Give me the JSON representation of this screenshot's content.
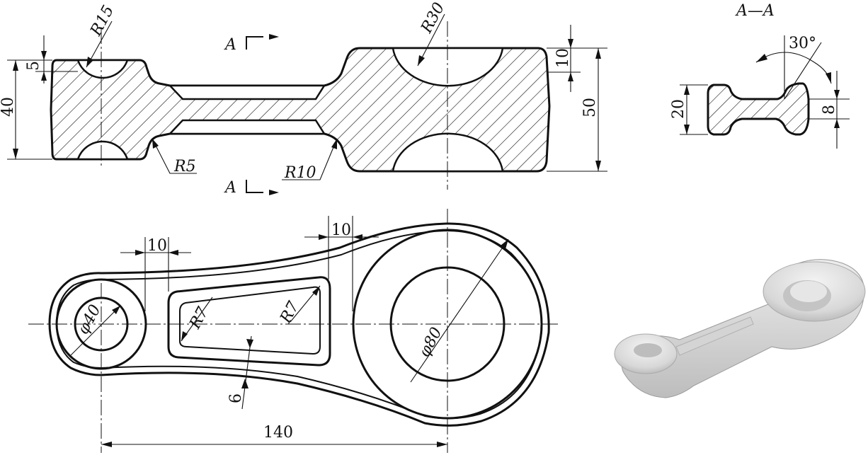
{
  "labels": {
    "r15": "R15",
    "r30": "R30",
    "r5": "R5",
    "r10": "R10",
    "section_a_top": "A",
    "section_a_bottom": "A",
    "section_title": "A—A",
    "angle": "30°",
    "dim_5": "5",
    "dim_40": "40",
    "dim_10_top": "10",
    "dim_50": "50",
    "dim_20": "20",
    "dim_8": "8",
    "dim_10_left": "10",
    "dim_10_right": "10",
    "phi40": "φ40",
    "r7_left": "R7",
    "r7_right": "R7",
    "phi80": "φ80",
    "dim_6": "6",
    "dim_140": "140"
  },
  "colors": {
    "line": "#111111",
    "background": "#ffffff"
  }
}
